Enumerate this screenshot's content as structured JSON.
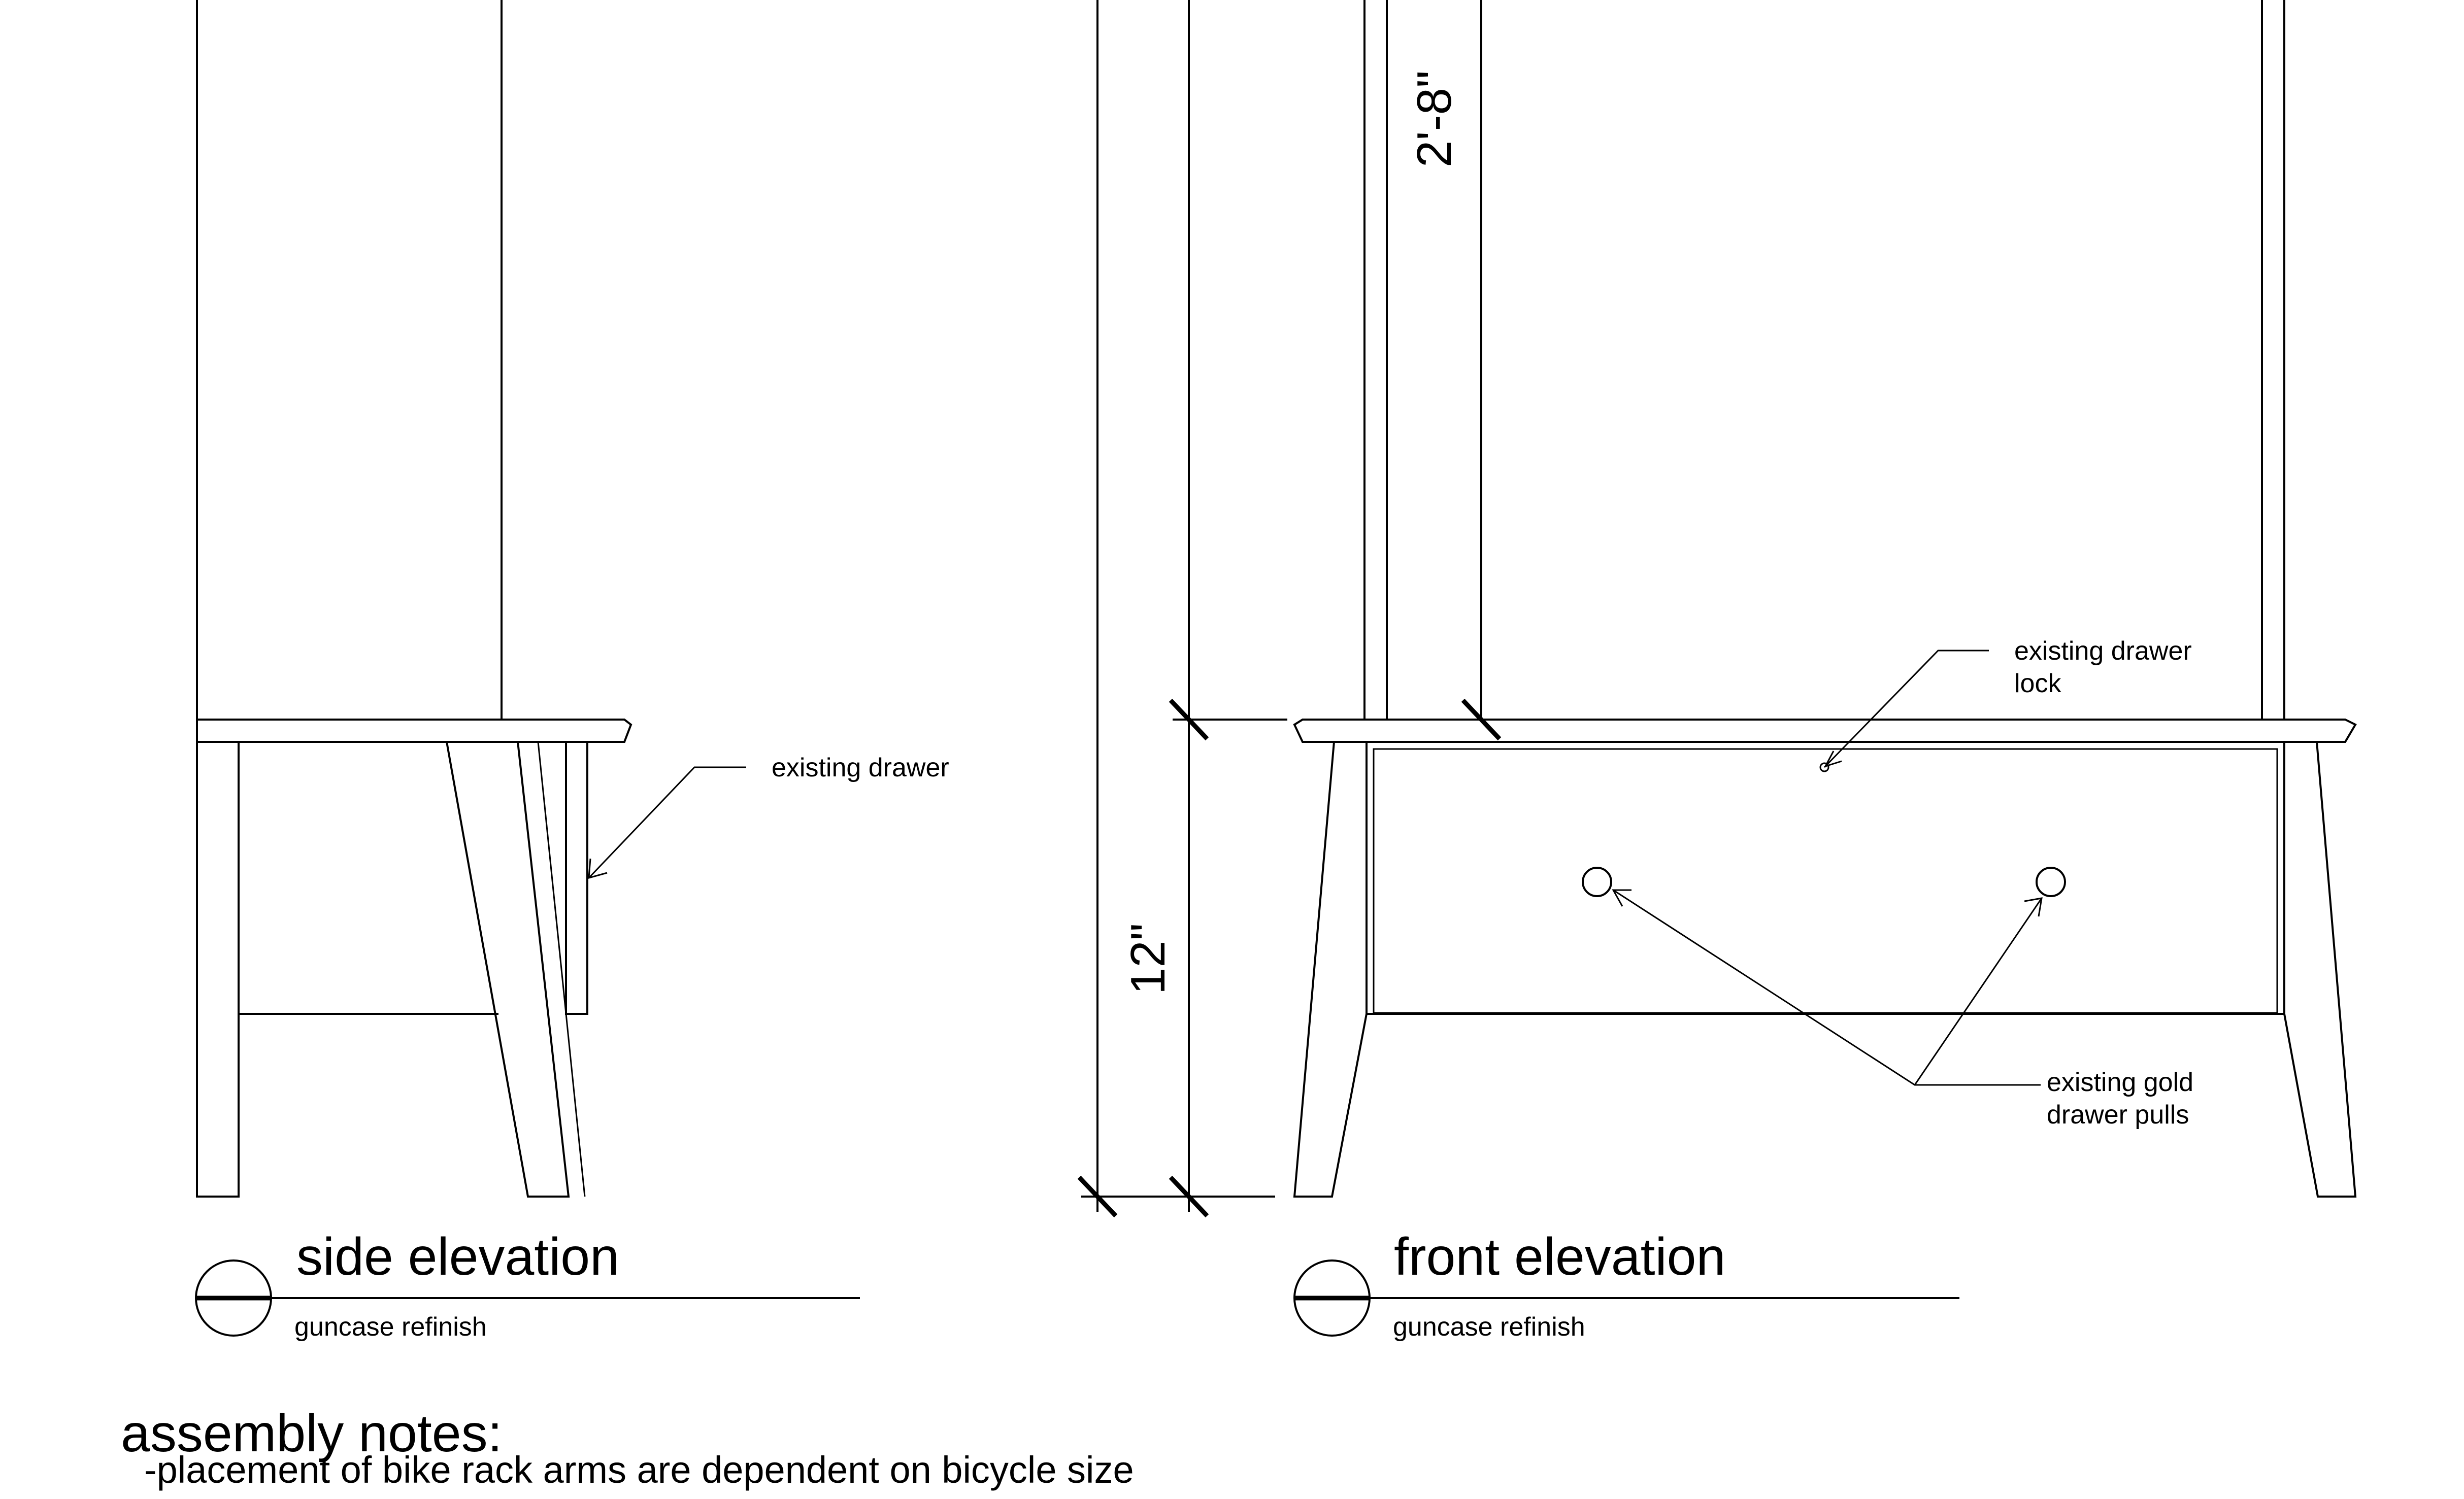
{
  "side_elevation": {
    "title": "side elevation",
    "subtitle": "guncase refinish",
    "callouts": {
      "drawer": "existing drawer"
    }
  },
  "front_elevation": {
    "title": "front elevation",
    "subtitle": "guncase refinish",
    "callouts": {
      "lock_line1": "existing drawer",
      "lock_line2": "lock",
      "pulls_line1": "existing gold",
      "pulls_line2": "drawer pulls"
    }
  },
  "dimensions": {
    "upper": "2'-8\"",
    "lower": "12\""
  },
  "assembly_notes": {
    "heading": "assembly notes:",
    "items": [
      "-placement of bike rack arms are dependent on bicycle size"
    ]
  }
}
